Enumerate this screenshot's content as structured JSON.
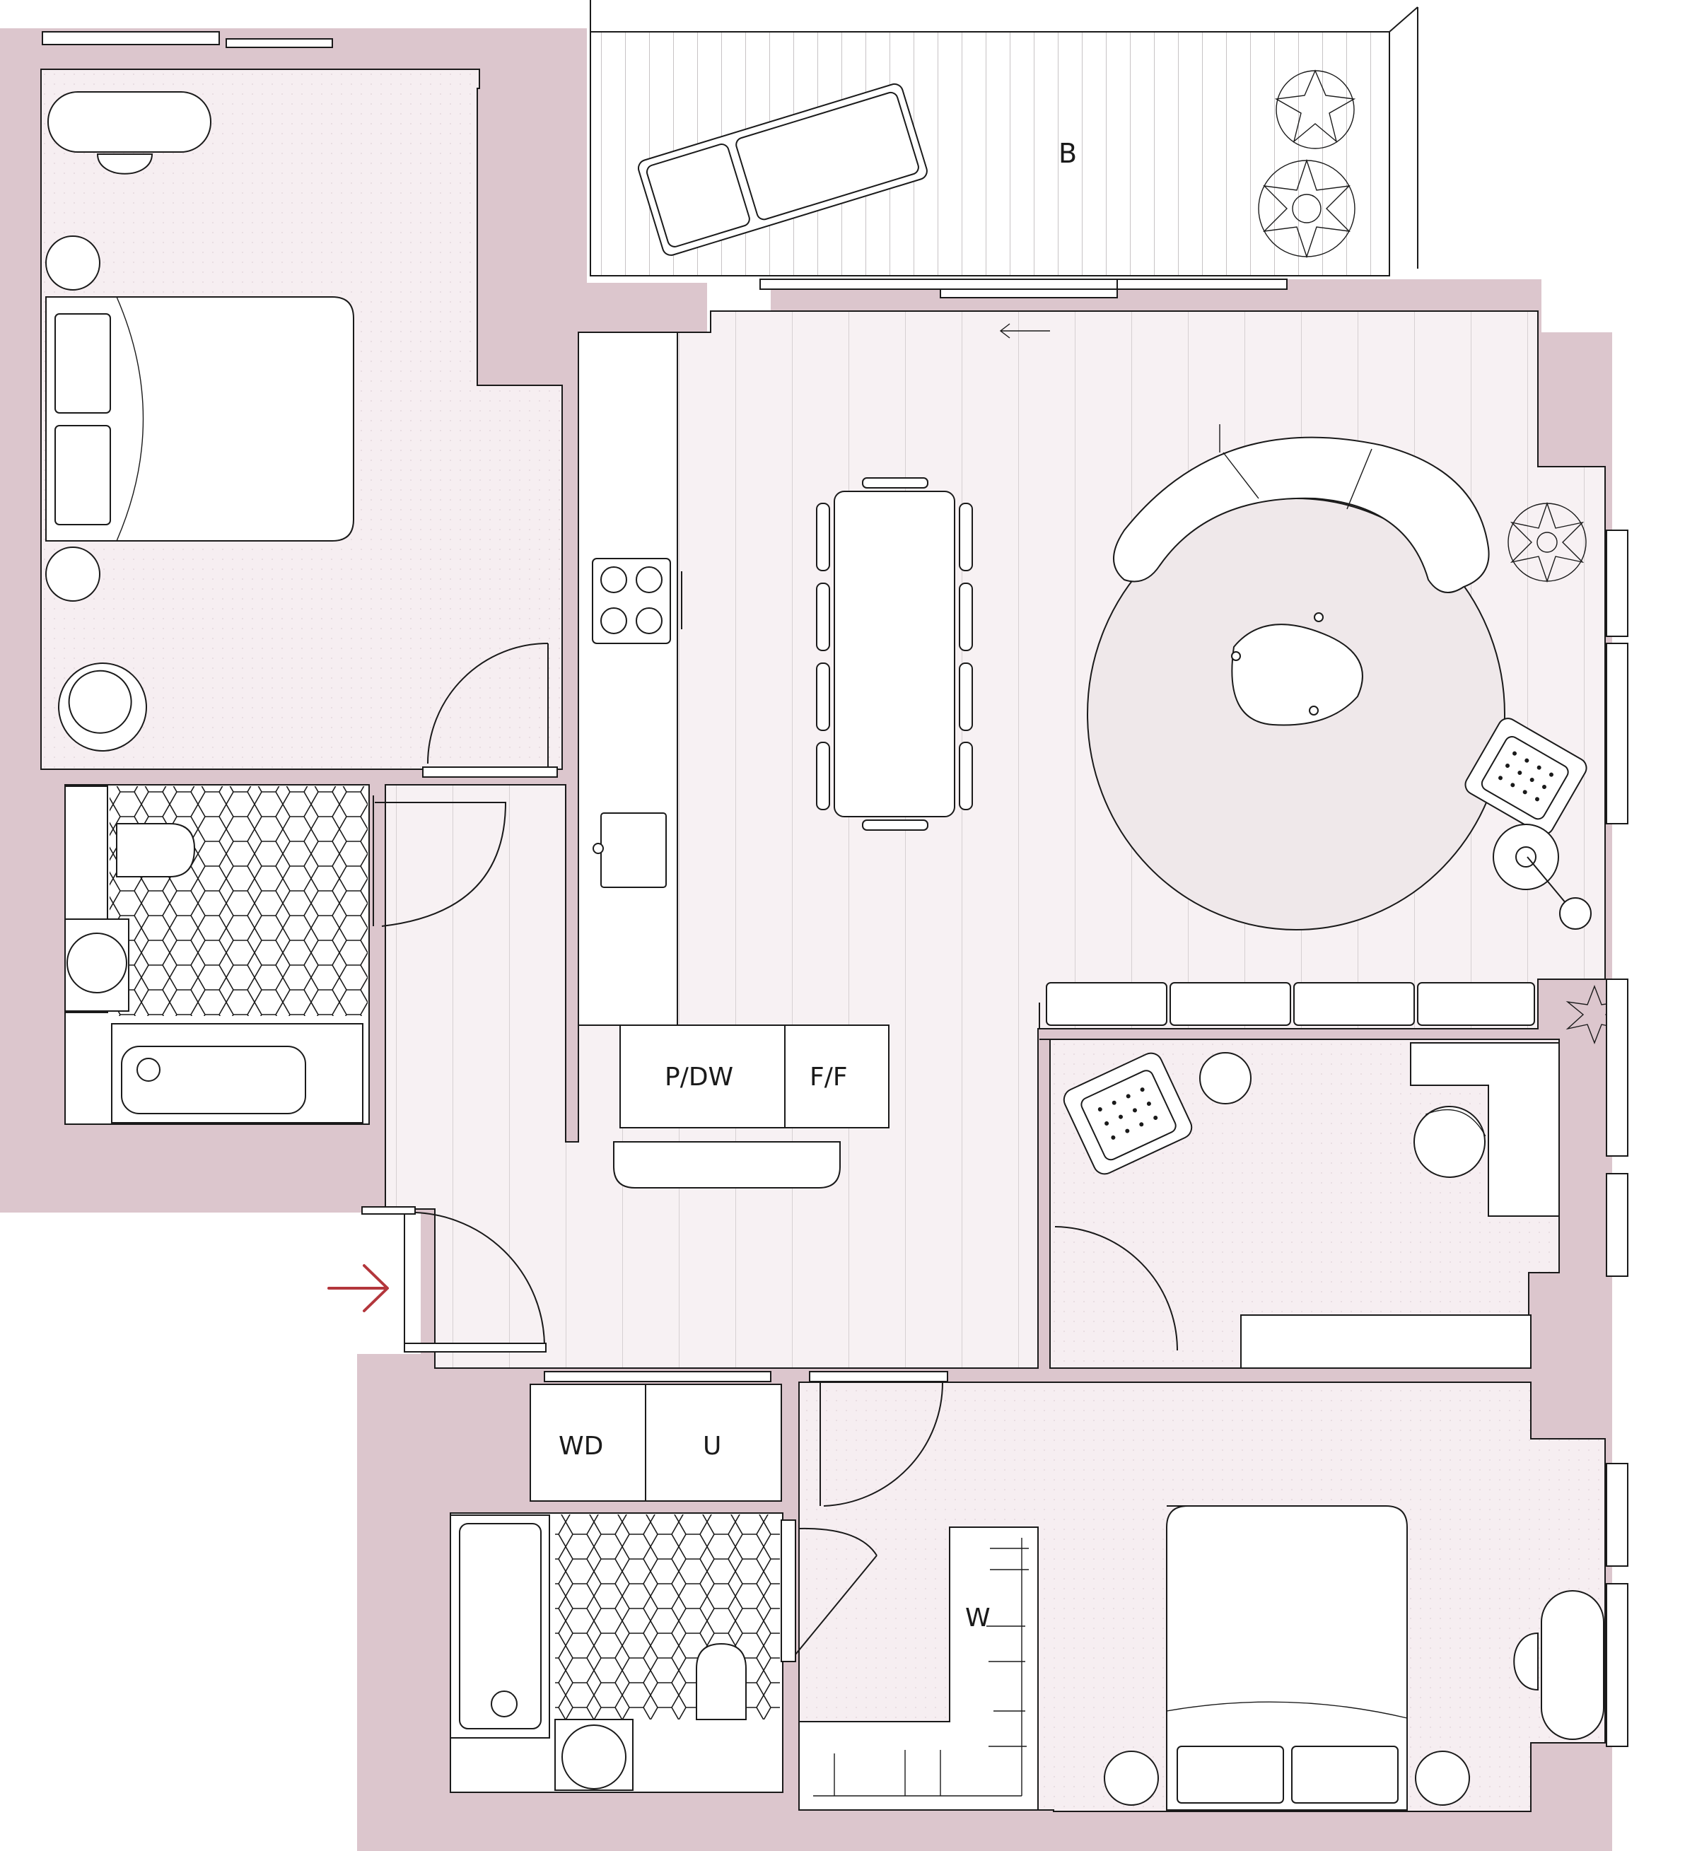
{
  "plan": {
    "labels": {
      "balcony": "B",
      "pantry_dishwasher": "P/DW",
      "fridge_freezer": "F/F",
      "washer_dryer": "WD",
      "utility": "U",
      "wardrobe": "W"
    },
    "colors": {
      "wall": "#dcc6cd",
      "floor": "#f6eef1",
      "entrance_arrow": "#b3363c",
      "line": "#1a1a1a"
    },
    "icons": {
      "entrance": "arrow-right-icon",
      "sliding_door": "arrow-left-icon",
      "plant": "plant-icon"
    }
  }
}
